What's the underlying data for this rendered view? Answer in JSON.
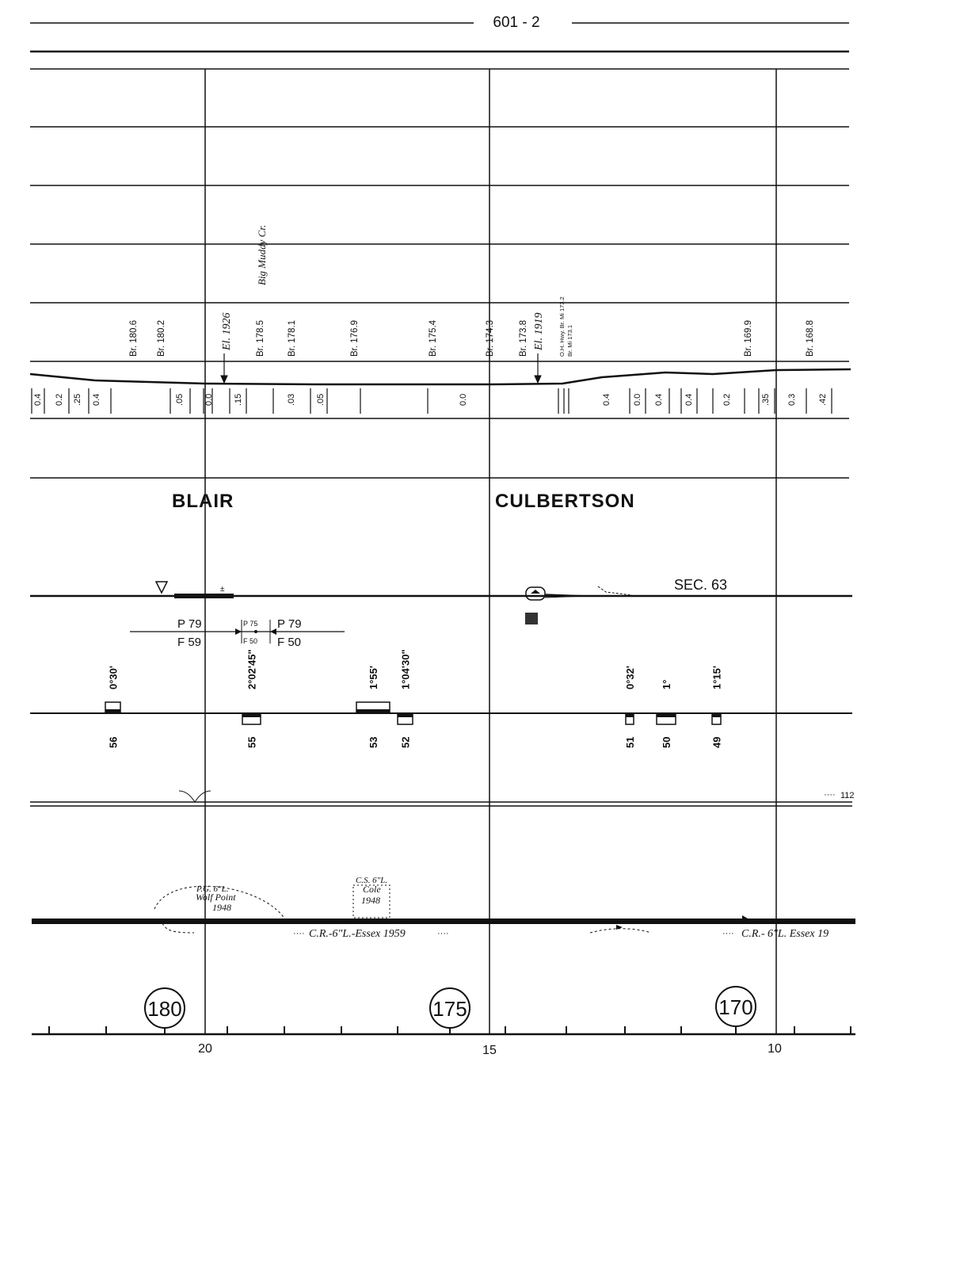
{
  "page_number": "601 - 2",
  "stations": {
    "blair": "BLAIR",
    "culbertson": "CULBERTSON"
  },
  "section": "SEC. 63",
  "stream": "Big Muddy Cr.",
  "elevations": [
    "El. 1926",
    "El. 1919"
  ],
  "highway_bridge": [
    "O.H. Hwy. Br. Mi 173.2",
    "Br. Mi 173.1"
  ],
  "bridges": [
    "Br. 180.6",
    "Br. 180.2",
    "Br. 178.5",
    "Br. 178.1",
    "Br. 176.9",
    "Br. 175.4",
    "Br. 174.3",
    "Br. 173.8",
    "Br. 169.9",
    "Br. 168.8"
  ],
  "grades": [
    "0.4",
    "0.2",
    ".25",
    "0.4",
    ".05",
    "0.0",
    ".15",
    ".03",
    ".05",
    "0.0",
    "0.4",
    "0.0",
    "0.4",
    "0.4",
    "0.2",
    ".35",
    "0.3",
    ".42"
  ],
  "speed": {
    "left": {
      "p": "P 79",
      "f": "F 59"
    },
    "mid": {
      "p": "P 75",
      "f": "F 50"
    },
    "right": {
      "p": "P 79",
      "f": "F 50"
    }
  },
  "curves": [
    {
      "degree": "0°30'",
      "number": "56"
    },
    {
      "degree": "2°02'45\"",
      "number": "55"
    },
    {
      "degree": "1°55'",
      "number": "53"
    },
    {
      "degree": "1°04'30\"",
      "number": "52"
    },
    {
      "degree": "0°32'",
      "number": "51"
    },
    {
      "degree": "1°",
      "number": "50"
    },
    {
      "degree": "1°15'",
      "number": "49"
    }
  ],
  "line_number": "112",
  "rail_notes": {
    "pg": [
      "P.G. 6\"L.",
      "Wolf Point",
      "1948"
    ],
    "cs": [
      "C.S. 6\"L.",
      "Cole",
      "1948"
    ],
    "cr_left": "C.R.-6\"L.-Essex 1959",
    "cr_right": "C.R.- 6\"L. Essex 19"
  },
  "mileposts": [
    "180",
    "175",
    "170"
  ],
  "scale_labels": [
    "20",
    "15",
    "10"
  ]
}
